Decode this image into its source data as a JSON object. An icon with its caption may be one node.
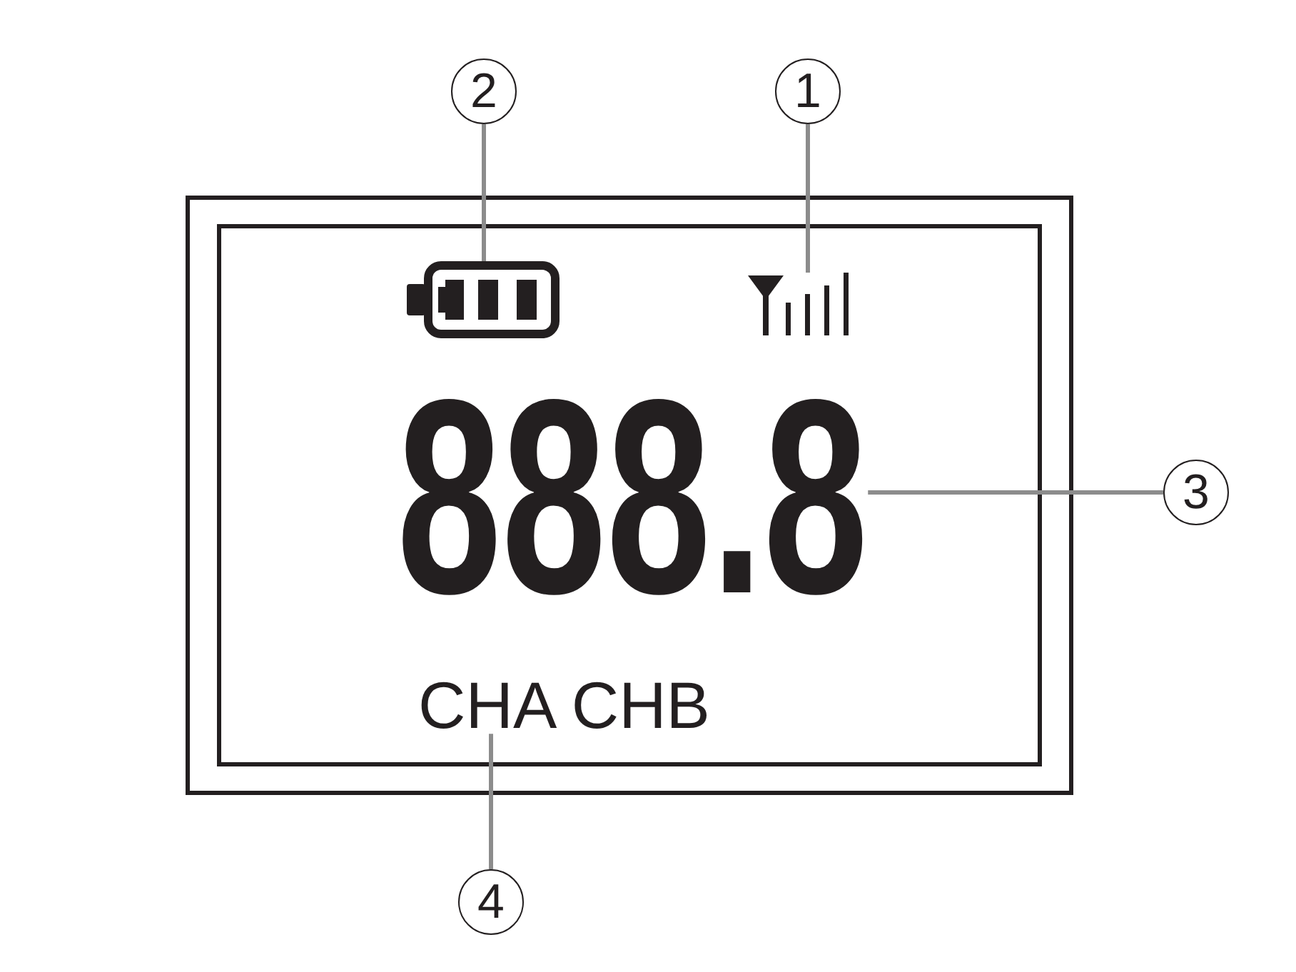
{
  "diagram": {
    "nodes": [
      {
        "text": [
          "2"
        ]
      },
      {
        "text": [
          "1"
        ]
      },
      {
        "text": [],
        "shape": "box"
      },
      {
        "text": [],
        "shape": "picture",
        "in": 2
      },
      {
        "text": [],
        "shape": "picture",
        "in": 2
      },
      {
        "text": [
          "888.8"
        ],
        "in": 2
      },
      {
        "text": [
          "3"
        ]
      },
      {
        "text": [
          "CHA CHB"
        ],
        "in": 2
      },
      {
        "text": [
          "4"
        ]
      }
    ],
    "edges": [
      {
        "from": 0,
        "to": 3,
        "arrow": "none"
      },
      {
        "from": 1,
        "to": 4,
        "arrow": "none"
      },
      {
        "from": 6,
        "to": 5,
        "arrow": "none"
      },
      {
        "from": 8,
        "to": 7,
        "arrow": "none"
      }
    ]
  }
}
